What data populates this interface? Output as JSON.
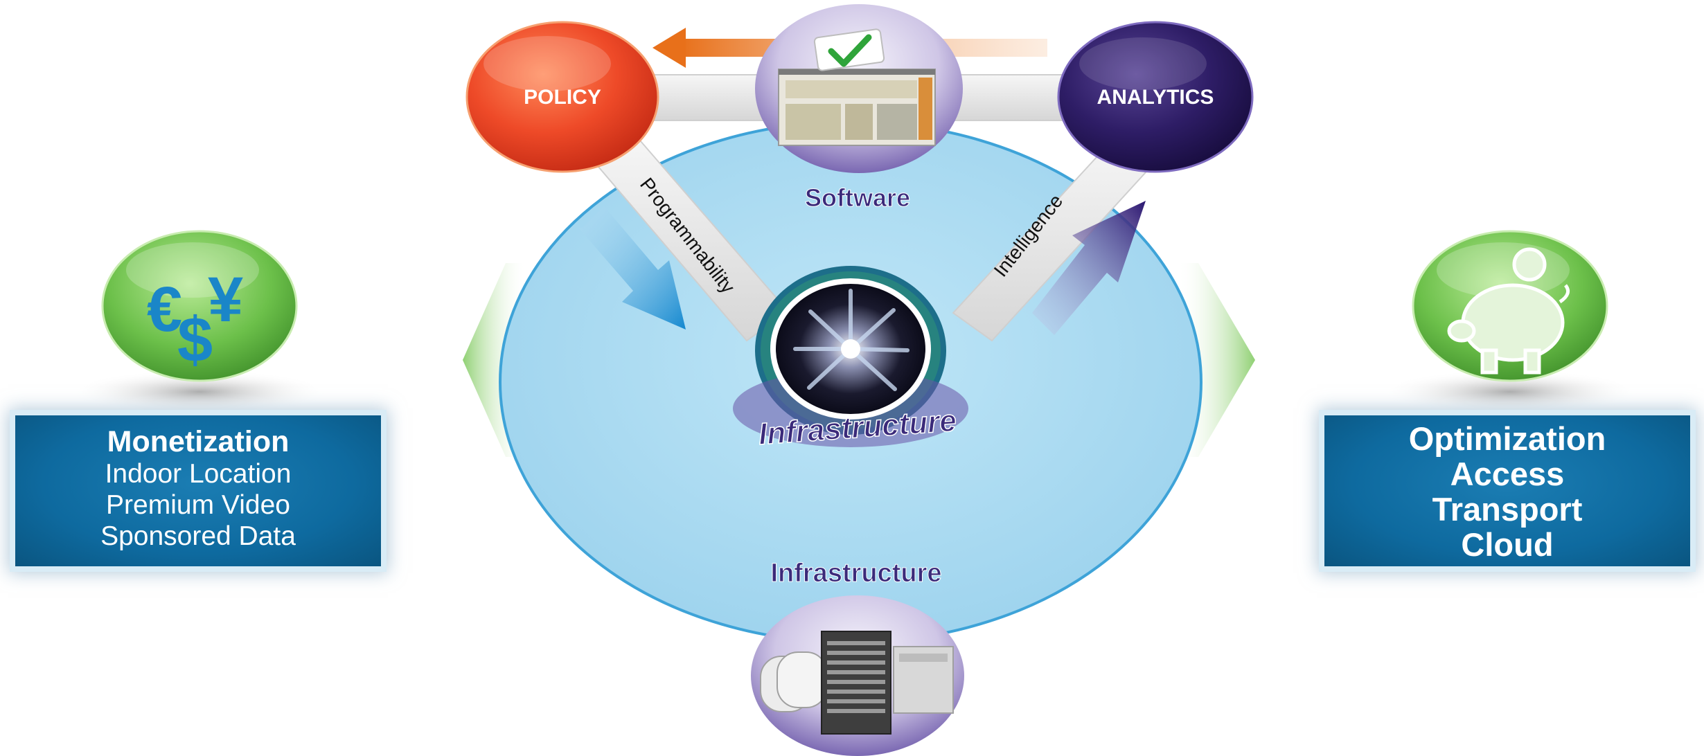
{
  "nodes": {
    "policy": "POLICY",
    "analytics": "ANALYTICS",
    "software": "Software",
    "infrastructure_center": "Infrastructure",
    "infrastructure_bottom": "Infrastructure"
  },
  "connectors": {
    "left": "Programmability",
    "right": "Intelligence"
  },
  "left_panel": {
    "title": "Monetization",
    "items": [
      "Indoor Location",
      "Premium Video",
      "Sponsored Data"
    ]
  },
  "right_panel": {
    "items": [
      "Optimization",
      "Access",
      "Transport",
      "Cloud"
    ]
  },
  "icons": {
    "left": "currency-icon",
    "right": "piggy-bank-icon",
    "software": "dashboard-icon",
    "hardware": "network-hardware-icon",
    "core": "data-tunnel-icon"
  },
  "colors": {
    "policy": "#e8402a",
    "analytics": "#2a1a5c",
    "ring": "#a9daf0",
    "panel": "#0e6a9f",
    "label": "#3b2a7a",
    "green": "#6cc04a"
  }
}
